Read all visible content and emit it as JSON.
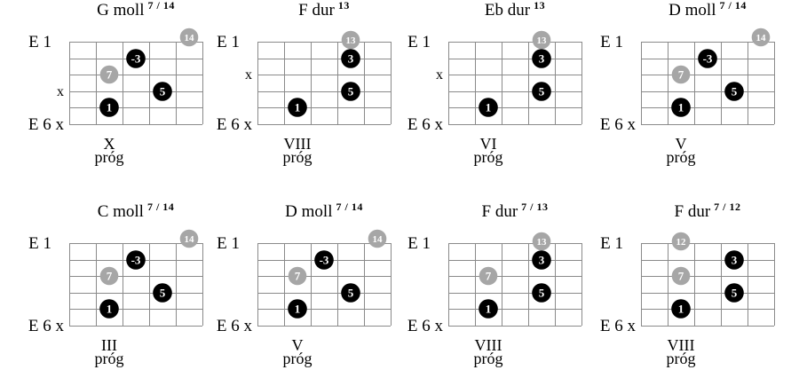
{
  "chart": {
    "type": "guitar-chord-diagrams",
    "strings": 6,
    "fret_columns": 5
  },
  "labels": {
    "top_string": "E 1",
    "bottom_string": "E 6 x",
    "mute_mark": "x",
    "fret_word": "próg"
  },
  "colors": {
    "background": "#ffffff",
    "text": "#000000",
    "grid": "#8a8a8a",
    "black_dot": "#000000",
    "gray_dot": "#a6a6a6",
    "dot_text": "#ffffff"
  },
  "diagrams": [
    {
      "name": "G moll",
      "sup": "7 / 14",
      "position": "X",
      "left_mutes": [
        4
      ],
      "dots": [
        {
          "string": 1,
          "col": 5,
          "label": "14",
          "tone": "gray",
          "raised": true
        },
        {
          "string": 2,
          "col": 3,
          "label": "-3",
          "tone": "black"
        },
        {
          "string": 3,
          "col": 2,
          "label": "7",
          "tone": "gray"
        },
        {
          "string": 4,
          "col": 4,
          "label": "5",
          "tone": "black"
        },
        {
          "string": 5,
          "col": 2,
          "label": "1",
          "tone": "black"
        }
      ]
    },
    {
      "name": "F dur",
      "sup": "13",
      "position": "VIII",
      "left_mutes": [
        3
      ],
      "dots": [
        {
          "string": 1,
          "col": 4,
          "label": "13",
          "tone": "gray"
        },
        {
          "string": 2,
          "col": 4,
          "label": "3",
          "tone": "black"
        },
        {
          "string": 4,
          "col": 4,
          "label": "5",
          "tone": "black"
        },
        {
          "string": 5,
          "col": 2,
          "label": "1",
          "tone": "black"
        }
      ]
    },
    {
      "name": "Eb dur",
      "sup": "13",
      "position": "VI",
      "left_mutes": [
        3
      ],
      "dots": [
        {
          "string": 1,
          "col": 4,
          "label": "13",
          "tone": "gray"
        },
        {
          "string": 2,
          "col": 4,
          "label": "3",
          "tone": "black"
        },
        {
          "string": 4,
          "col": 4,
          "label": "5",
          "tone": "black"
        },
        {
          "string": 5,
          "col": 2,
          "label": "1",
          "tone": "black"
        }
      ]
    },
    {
      "name": "D moll",
      "sup": "7 / 14",
      "position": "V",
      "left_mutes": [],
      "dots": [
        {
          "string": 1,
          "col": 5,
          "label": "14",
          "tone": "gray",
          "raised": true
        },
        {
          "string": 2,
          "col": 3,
          "label": "-3",
          "tone": "black"
        },
        {
          "string": 3,
          "col": 2,
          "label": "7",
          "tone": "gray"
        },
        {
          "string": 4,
          "col": 4,
          "label": "5",
          "tone": "black"
        },
        {
          "string": 5,
          "col": 2,
          "label": "1",
          "tone": "black"
        }
      ]
    },
    {
      "name": "C moll",
      "sup": "7 / 14",
      "position": "III",
      "left_mutes": [],
      "dots": [
        {
          "string": 1,
          "col": 5,
          "label": "14",
          "tone": "gray",
          "raised": true
        },
        {
          "string": 2,
          "col": 3,
          "label": "-3",
          "tone": "black"
        },
        {
          "string": 3,
          "col": 2,
          "label": "7",
          "tone": "gray"
        },
        {
          "string": 4,
          "col": 4,
          "label": "5",
          "tone": "black"
        },
        {
          "string": 5,
          "col": 2,
          "label": "1",
          "tone": "black"
        }
      ]
    },
    {
      "name": "D moll",
      "sup": "7 / 14",
      "position": "V",
      "left_mutes": [],
      "dots": [
        {
          "string": 1,
          "col": 5,
          "label": "14",
          "tone": "gray",
          "raised": true
        },
        {
          "string": 2,
          "col": 3,
          "label": "-3",
          "tone": "black"
        },
        {
          "string": 3,
          "col": 2,
          "label": "7",
          "tone": "gray"
        },
        {
          "string": 4,
          "col": 4,
          "label": "5",
          "tone": "black"
        },
        {
          "string": 5,
          "col": 2,
          "label": "1",
          "tone": "black"
        }
      ]
    },
    {
      "name": "F dur",
      "sup": "7 / 13",
      "position": "VIII",
      "left_mutes": [],
      "dots": [
        {
          "string": 1,
          "col": 4,
          "label": "13",
          "tone": "gray"
        },
        {
          "string": 2,
          "col": 4,
          "label": "3",
          "tone": "black"
        },
        {
          "string": 3,
          "col": 2,
          "label": "7",
          "tone": "gray"
        },
        {
          "string": 4,
          "col": 4,
          "label": "5",
          "tone": "black"
        },
        {
          "string": 5,
          "col": 2,
          "label": "1",
          "tone": "black"
        }
      ]
    },
    {
      "name": "F dur",
      "sup": "7 / 12",
      "position": "VIII",
      "left_mutes": [],
      "dots": [
        {
          "string": 1,
          "col": 2,
          "label": "12",
          "tone": "gray"
        },
        {
          "string": 2,
          "col": 4,
          "label": "3",
          "tone": "black"
        },
        {
          "string": 3,
          "col": 2,
          "label": "7",
          "tone": "gray"
        },
        {
          "string": 4,
          "col": 4,
          "label": "5",
          "tone": "black"
        },
        {
          "string": 5,
          "col": 2,
          "label": "1",
          "tone": "black"
        }
      ]
    }
  ]
}
